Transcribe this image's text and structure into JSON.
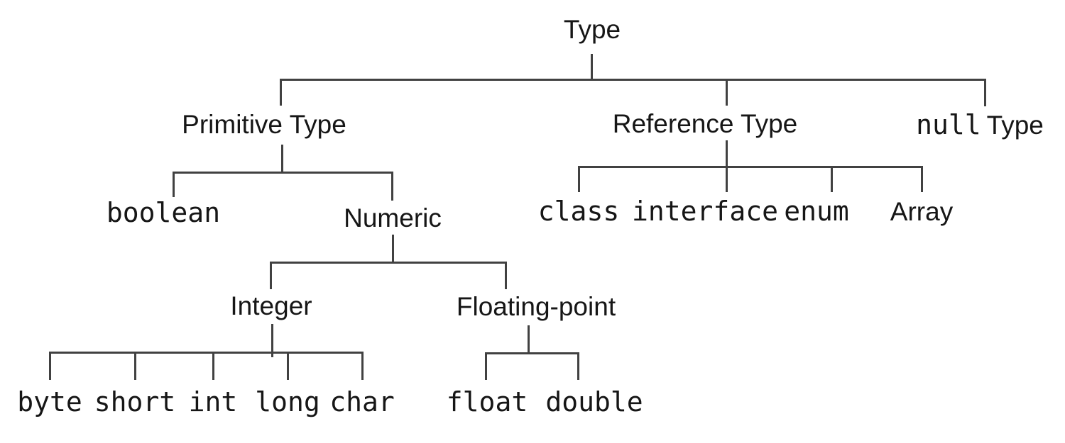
{
  "diagram": {
    "kind": "tree",
    "topic": "Java type hierarchy",
    "line_color": "#414141",
    "text_color": "#161616",
    "background_color": "#ffffff"
  },
  "nodes": {
    "type": {
      "label": "Type",
      "font": "sans"
    },
    "primitive": {
      "label": "Primitive Type",
      "font": "sans"
    },
    "reference": {
      "label": "Reference Type",
      "font": "sans"
    },
    "null_kw": {
      "label": "null",
      "font": "mono"
    },
    "null_suffix": {
      "label": "Type",
      "font": "sans"
    },
    "boolean": {
      "label": "boolean",
      "font": "mono"
    },
    "numeric": {
      "label": "Numeric",
      "font": "sans"
    },
    "class": {
      "label": "class",
      "font": "mono"
    },
    "interface": {
      "label": "interface",
      "font": "mono"
    },
    "enum": {
      "label": "enum",
      "font": "mono"
    },
    "array": {
      "label": "Array",
      "font": "sans"
    },
    "integer": {
      "label": "Integer",
      "font": "sans"
    },
    "floating": {
      "label": "Floating-point",
      "font": "sans"
    },
    "byte": {
      "label": "byte",
      "font": "mono"
    },
    "short": {
      "label": "short",
      "font": "mono"
    },
    "int": {
      "label": "int",
      "font": "mono"
    },
    "long": {
      "label": "long",
      "font": "mono"
    },
    "char": {
      "label": "char",
      "font": "mono"
    },
    "float": {
      "label": "float",
      "font": "mono"
    },
    "double": {
      "label": "double",
      "font": "mono"
    }
  },
  "hierarchy": {
    "Type": [
      "Primitive Type",
      "Reference Type",
      "null Type"
    ],
    "Primitive Type": [
      "boolean",
      "Numeric"
    ],
    "Numeric": [
      "Integer",
      "Floating-point"
    ],
    "Integer": [
      "byte",
      "short",
      "int",
      "long",
      "char"
    ],
    "Floating-point": [
      "float",
      "double"
    ],
    "Reference Type": [
      "class",
      "interface",
      "enum",
      "Array"
    ]
  }
}
